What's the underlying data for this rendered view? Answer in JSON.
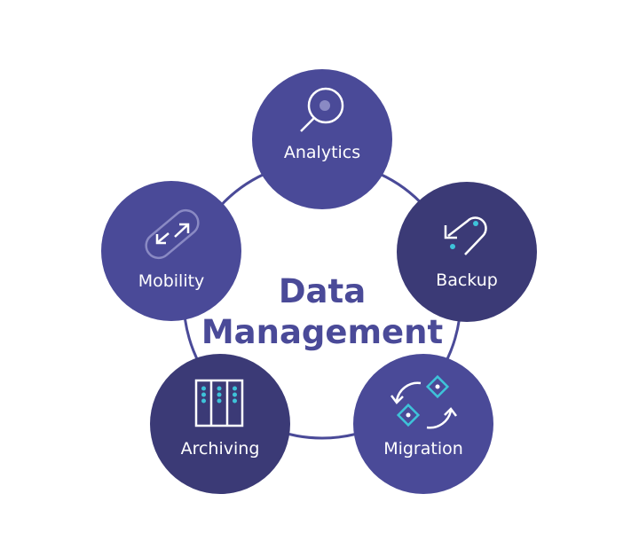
{
  "title": {
    "line1": "Data",
    "line2": "Management"
  },
  "nodes": [
    {
      "label": "Analytics",
      "icon": "magnifier-icon",
      "shade": "light"
    },
    {
      "label": "Backup",
      "icon": "undo-arrow-icon",
      "shade": "dark"
    },
    {
      "label": "Migration",
      "icon": "sync-arrows-icon",
      "shade": "light"
    },
    {
      "label": "Archiving",
      "icon": "server-rack-icon",
      "shade": "dark"
    },
    {
      "label": "Mobility",
      "icon": "transfer-arrows-icon",
      "shade": "light"
    }
  ],
  "colors": {
    "light": "#4a4a98",
    "dark": "#3b3a76",
    "accent": "#3ec3d9",
    "ring": "#4a4a98"
  }
}
